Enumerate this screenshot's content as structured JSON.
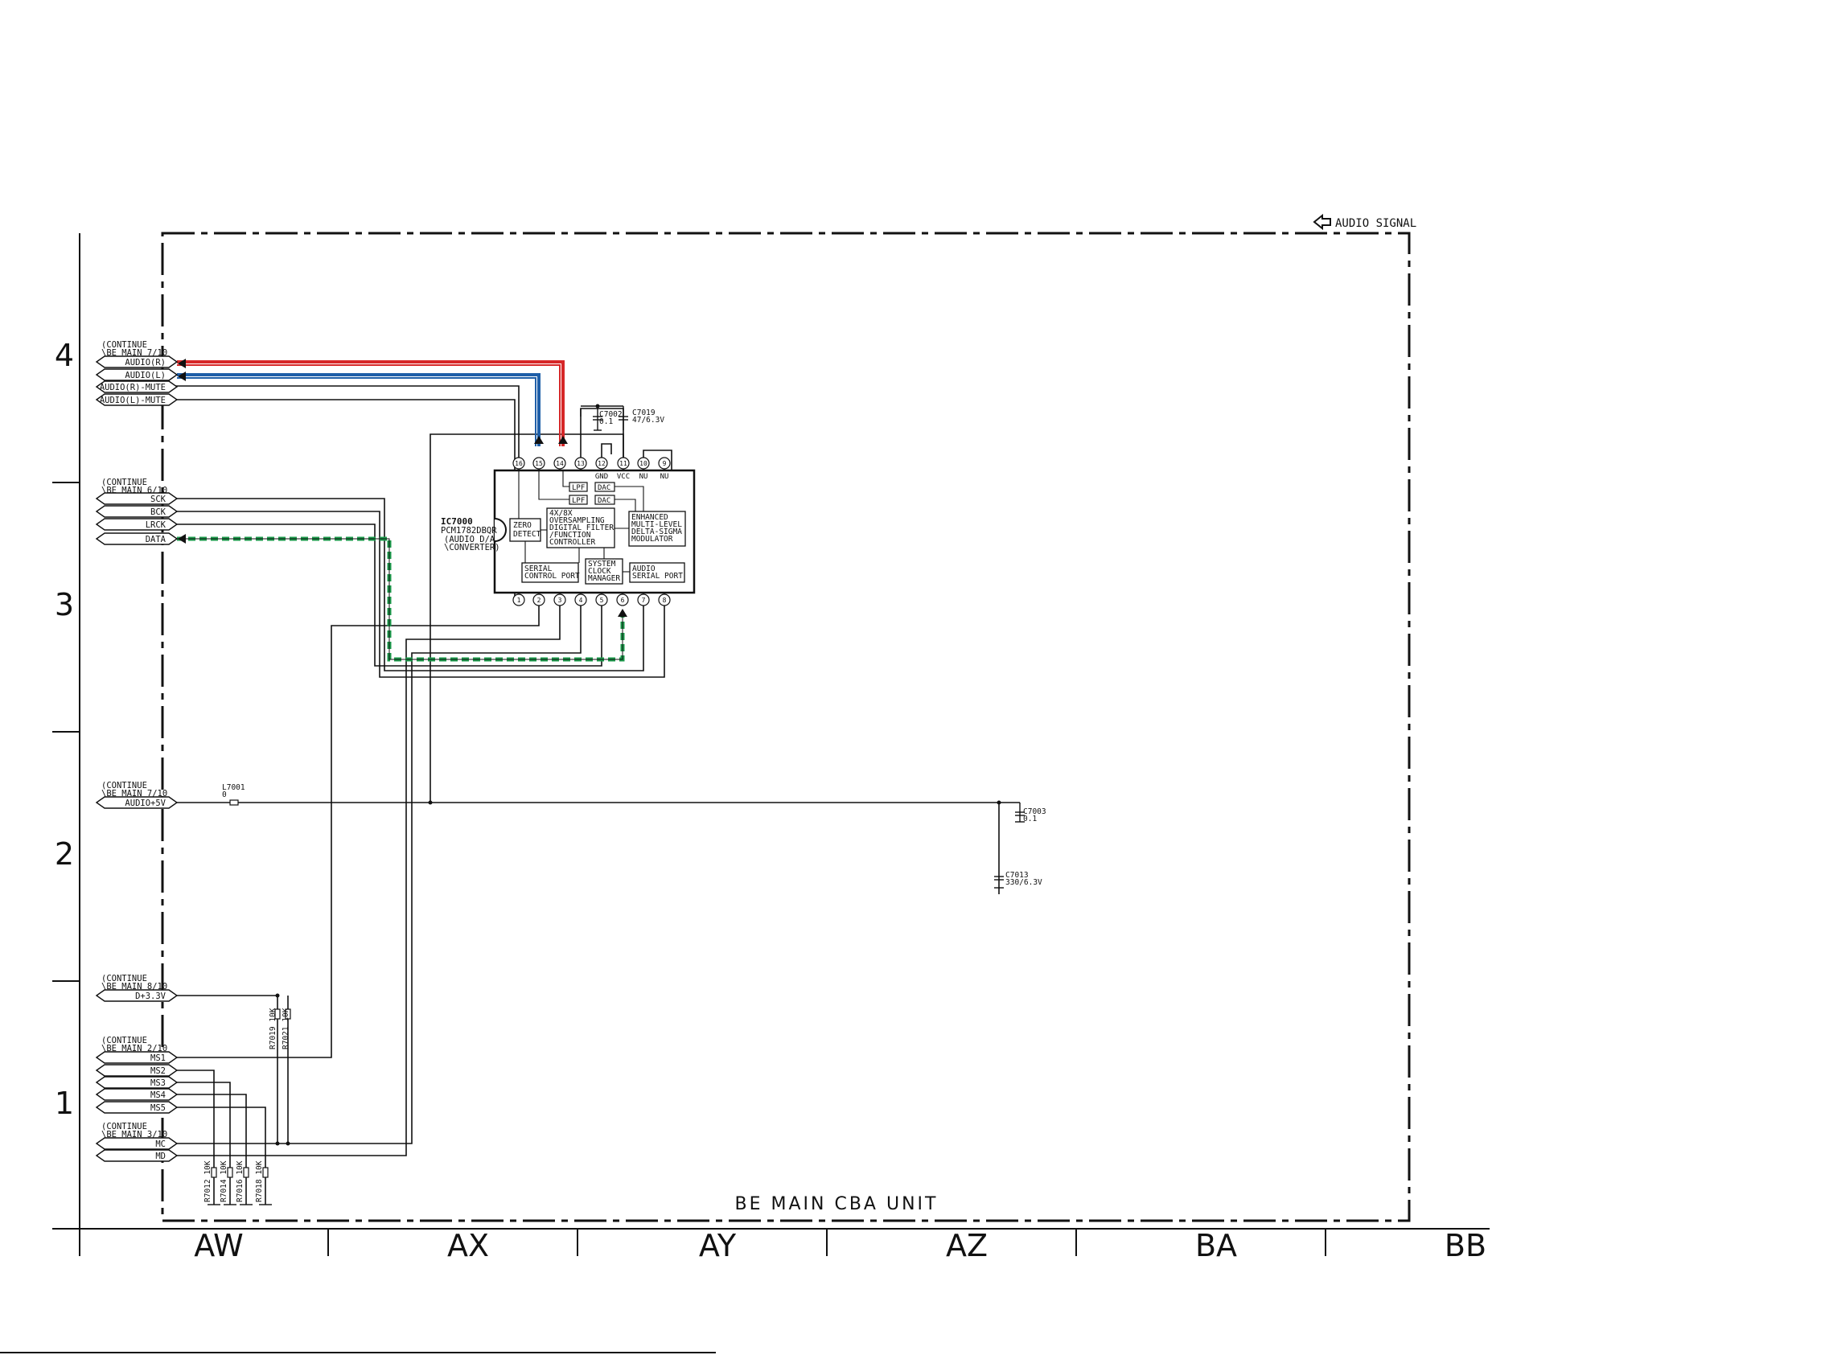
{
  "legend": {
    "audio_signal": "AUDIO SIGNAL"
  },
  "unit_label": "BE MAIN CBA UNIT",
  "rows": [
    "4",
    "3",
    "2",
    "1"
  ],
  "columns": [
    "AW",
    "AX",
    "AY",
    "AZ",
    "BA",
    "BB"
  ],
  "connectors": [
    {
      "continue": "CONTINUE",
      "sheet": "BE MAIN 7/10",
      "signals": [
        "AUDIO(R)",
        "AUDIO(L)",
        "AUDIO(R)-MUTE",
        "AUDIO(L)-MUTE"
      ]
    },
    {
      "continue": "CONTINUE",
      "sheet": "BE MAIN 6/10",
      "signals": [
        "SCK",
        "BCK",
        "LRCK",
        "DATA"
      ]
    },
    {
      "continue": "CONTINUE",
      "sheet": "BE MAIN 7/10",
      "signals": [
        "AUDIO+5V"
      ]
    },
    {
      "continue": "CONTINUE",
      "sheet": "BE MAIN 8/10",
      "signals": [
        "D+3.3V"
      ]
    },
    {
      "continue": "CONTINUE",
      "sheet": "BE MAIN 2/10",
      "signals": [
        "MS1",
        "MS2",
        "MS3",
        "MS4",
        "MS5"
      ]
    },
    {
      "continue": "CONTINUE",
      "sheet": "BE MAIN 3/10",
      "signals": [
        "MC",
        "MD"
      ]
    }
  ],
  "ic": {
    "ref": "IC7000",
    "part": "PCM1782DBQR",
    "desc1": "AUDIO D/A",
    "desc2": "CONVERTER",
    "top_pins": [
      "16",
      "15",
      "14",
      "13",
      "12",
      "11",
      "10",
      "9"
    ],
    "top_pin_names": [
      "GND",
      "VCC",
      "NU",
      "NU"
    ],
    "bottom_pins": [
      "1",
      "2",
      "3",
      "4",
      "5",
      "6",
      "7",
      "8"
    ],
    "blocks": {
      "zero_detect": [
        "ZERO",
        "DETECT"
      ],
      "filter": [
        "4X/8X",
        "OVERSAMPLING",
        "DIGITAL FILTER",
        "/FUNCTION",
        "CONTROLLER"
      ],
      "modulator": [
        "ENHANCED",
        "MULTI-LEVEL",
        "DELTA-SIGMA",
        "MODULATOR"
      ],
      "serial_control": [
        "SERIAL",
        "CONTROL PORT"
      ],
      "clock": [
        "SYSTEM",
        "CLOCK",
        "MANAGER"
      ],
      "audio_serial": [
        "AUDIO",
        "SERIAL PORT"
      ],
      "lpf": "LPF",
      "dac": "DAC"
    }
  },
  "components": {
    "c7002": {
      "ref": "C7002",
      "value": "0.1"
    },
    "c7019": {
      "ref": "C7019",
      "value": "47/6.3V"
    },
    "c7003": {
      "ref": "C7003",
      "value": "0.1"
    },
    "c7013": {
      "ref": "C7013",
      "value": "330/6.3V"
    },
    "l7001": {
      "ref": "L7001",
      "value": "0"
    },
    "r7019": "R7019 10K",
    "r7021": "R7021 10K",
    "r7012": "R7012 10K",
    "r7014": "R7014 10K",
    "r7016": "R7016 10K",
    "r7018": "R7018 10K"
  },
  "colors": {
    "audio_r": "#d62728",
    "audio_l": "#1f5fa8",
    "data": "#1a9a4a",
    "ink": "#111111"
  }
}
